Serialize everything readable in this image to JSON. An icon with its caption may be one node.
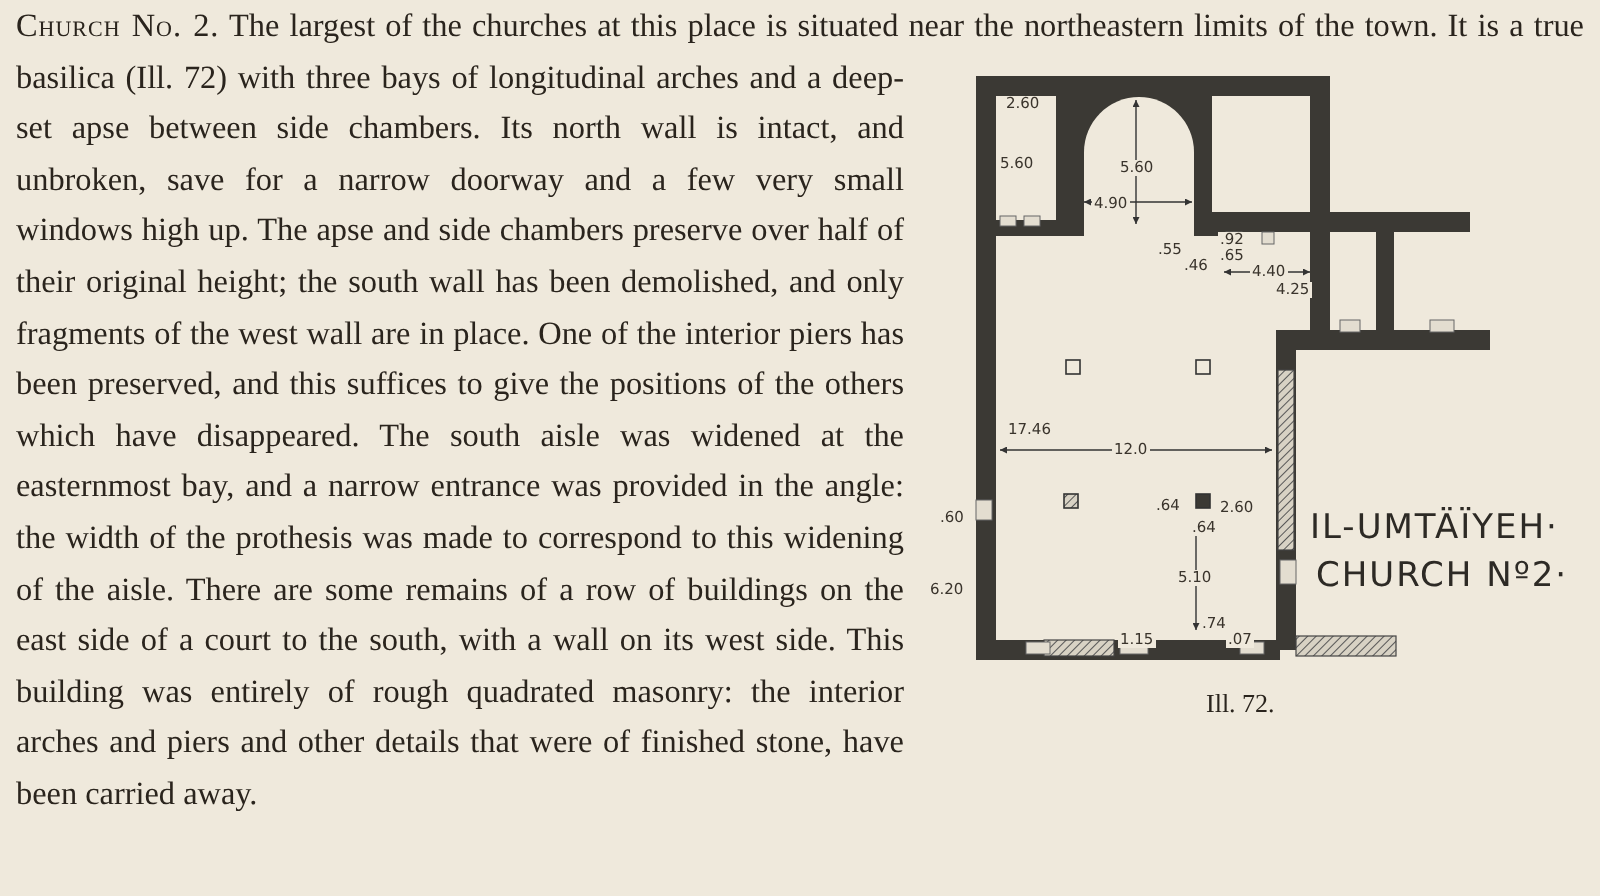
{
  "diagram": {
    "labels": [
      "Church No. 2.",
      "The largest of the churches at this place is situated near the northeastern limits of the town. It is a true basilica (Ill. 72) with three bays of longitudinal arches and a deep-set apse between side chambers. Its north wall is intact, and unbroken, save for a narrow doorway and a few very small windows high up. The apse and side chambers preserve over half of their original height; the south wall has been demolished, and only fragments of the west wall are in place. One of the interior piers has been preserved, and this suffices to give the positions of the others which have disappeared. The south aisle was widened at the easternmost bay, and a narrow entrance was provided in the angle: the width of the prothesis was made to correspond to this widening of the aisle. There are some remains of a row of buildings on the east side of a court to the south, with a wall on its west side. This building was entirely of rough quadrated masonry: the interior arches and piers and other details that were of finished stone, have been carried away.",
      "2.60",
      "5.60",
      "5.60",
      "4.90",
      ".55",
      ".92",
      ".65",
      ".46",
      "4.40",
      "4.25",
      "17.46",
      "12.0",
      ".60",
      "6.20",
      ".64",
      "2.60",
      ".64",
      "5.10",
      ".74",
      "1.15",
      ".07",
      "IL-UMTÄÏYEH·",
      "CHURCH Nº2·",
      "Ill. 72."
    ]
  }
}
